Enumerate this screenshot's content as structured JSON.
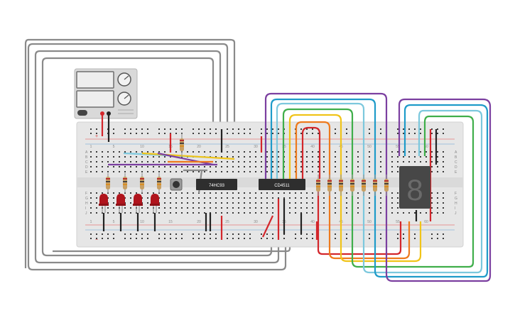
{
  "breadboard": {
    "row_letters_top": [
      "A",
      "B",
      "C",
      "D",
      "E"
    ],
    "row_letters_bottom": [
      "F",
      "G",
      "H",
      "I",
      "J"
    ],
    "column_numbers": [
      "1",
      "5",
      "10",
      "15",
      "20",
      "25",
      "30",
      "35",
      "40",
      "45",
      "50",
      "55",
      "60"
    ],
    "rail_plus": "+",
    "rail_minus": "−"
  },
  "power_supply": {
    "name": "dc-power-supply",
    "display_top": "",
    "display_bottom": ""
  },
  "chips": [
    {
      "name": "ic-counter",
      "label": "74HC93"
    },
    {
      "name": "ic-decoder",
      "label": "CD4511"
    }
  ],
  "seven_segment": {
    "digit": "8"
  },
  "leds": {
    "count": 4,
    "color": "#b0141c"
  },
  "resistor_colors": [
    "#c8a063",
    "#b5242a",
    "#3a3a3a",
    "#d98c1e"
  ],
  "wire_colors": {
    "gray": "#8a8a8a",
    "red": "#d3262b",
    "black": "#222222",
    "purple": "#7b3fa0",
    "blue": "#1e9bc9",
    "cyan": "#7cc8dd",
    "green": "#3fae4a",
    "yellow": "#f0c419",
    "orange": "#ee7a1d"
  },
  "pushbutton": {
    "name": "pushbutton"
  }
}
